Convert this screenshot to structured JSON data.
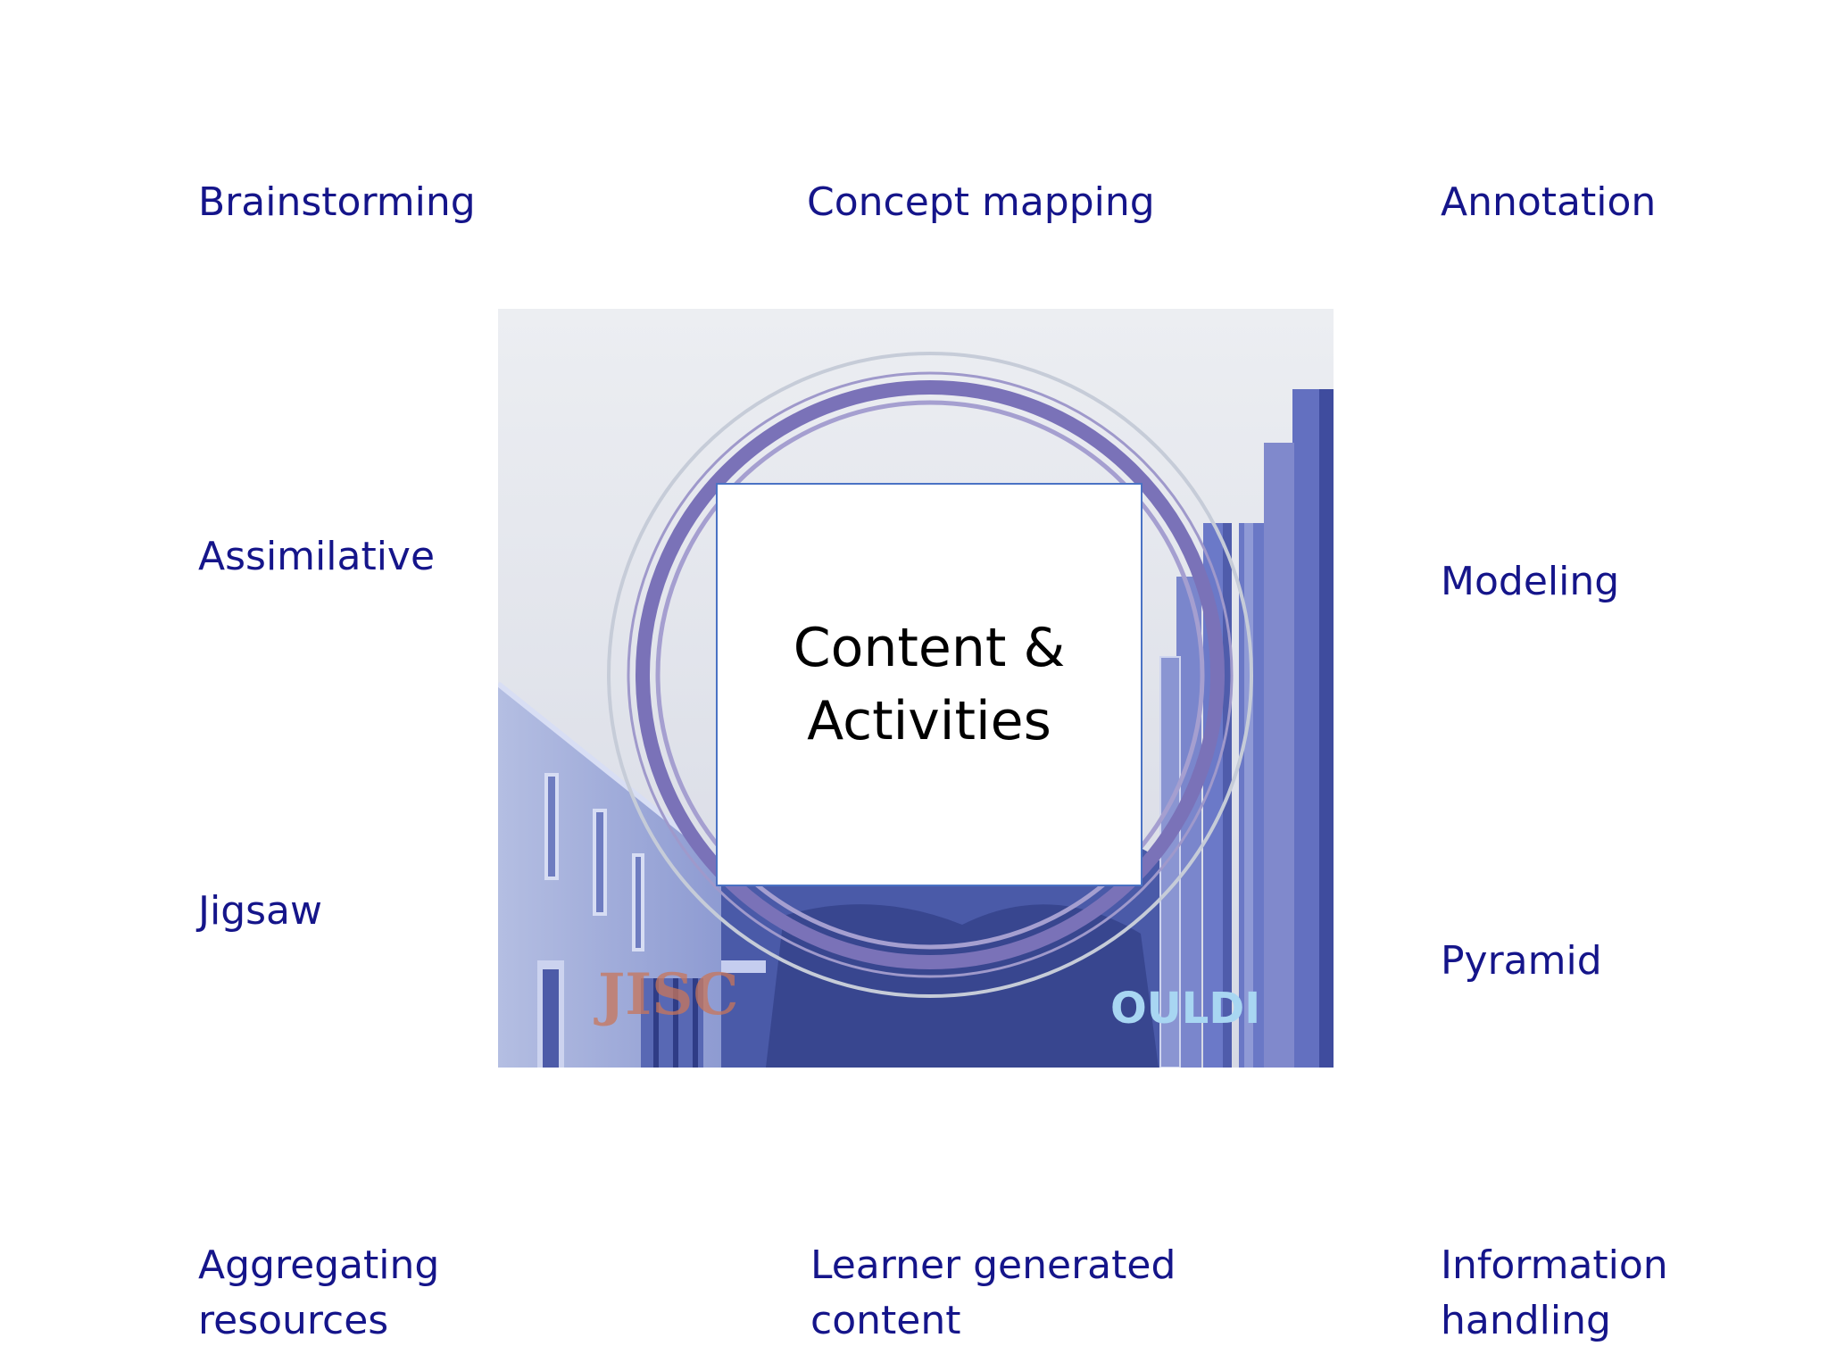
{
  "diagram": {
    "center": {
      "line1": "Content &",
      "line2": "Activities"
    },
    "labels": {
      "brainstorming": "Brainstorming",
      "concept_mapping": "Concept mapping",
      "annotation": "Annotation",
      "assimilative": "Assimilative",
      "modeling": "Modeling",
      "jigsaw": "Jigsaw",
      "pyramid": "Pyramid",
      "aggregating_line1": "Aggregating",
      "aggregating_line2": "resources",
      "learner_line1": "Learner generated",
      "learner_line2": "content",
      "information_line1": "Information",
      "information_line2": "handling"
    },
    "photo_logos": {
      "left": "JISC",
      "right": "OULDI"
    }
  },
  "colors": {
    "label_text": "#15158a",
    "center_border": "#4a72c4",
    "ring": "#7a72b8"
  }
}
